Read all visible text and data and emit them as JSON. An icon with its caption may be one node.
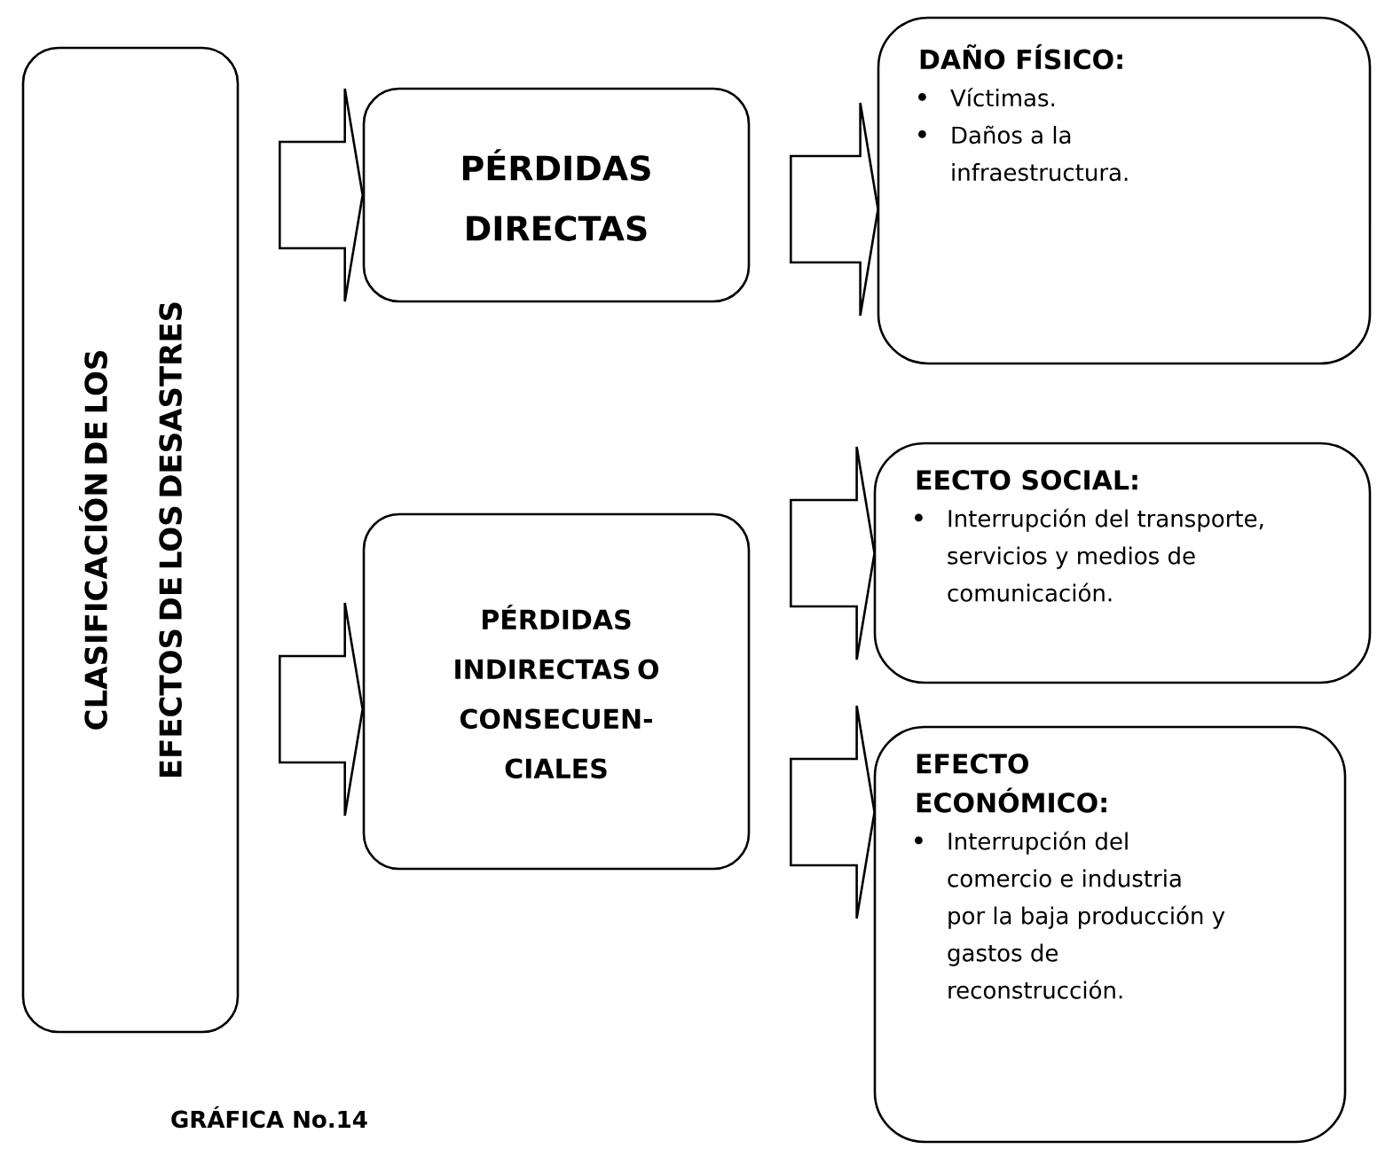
{
  "diagram": {
    "caption": "GRÁFICA No.14",
    "nodes": [
      {
        "text": [
          "CLASIFICACIÓN DE LOS EFECTOS DE LOS DESASTRES"
        ]
      },
      {
        "text": [
          "PÉRDIDAS DIRECTAS"
        ]
      },
      {
        "text": [
          "PÉRDIDAS INDIRECTAS O CONSECUEN- CIALES"
        ]
      },
      {
        "text": [
          "DAÑO FÍSICO:",
          "Víctimas.",
          "Daños a la infraestructura."
        ]
      },
      {
        "text": [
          "EECTO SOCIAL:",
          "Interrupción del transporte, servicios y medios de comunicación."
        ]
      },
      {
        "text": [
          "EFECTO ECONÓMICO:",
          "Interrupción del comercio e industria por la baja producción y gastos de reconstrucción."
        ]
      }
    ],
    "edges": [
      {
        "from": 0,
        "to": 1,
        "arrow": "to"
      },
      {
        "from": 0,
        "to": 2,
        "arrow": "to"
      },
      {
        "from": 1,
        "to": 3,
        "arrow": "to"
      },
      {
        "from": 2,
        "to": 4,
        "arrow": "to"
      },
      {
        "from": 2,
        "to": 5,
        "arrow": "to"
      }
    ]
  }
}
